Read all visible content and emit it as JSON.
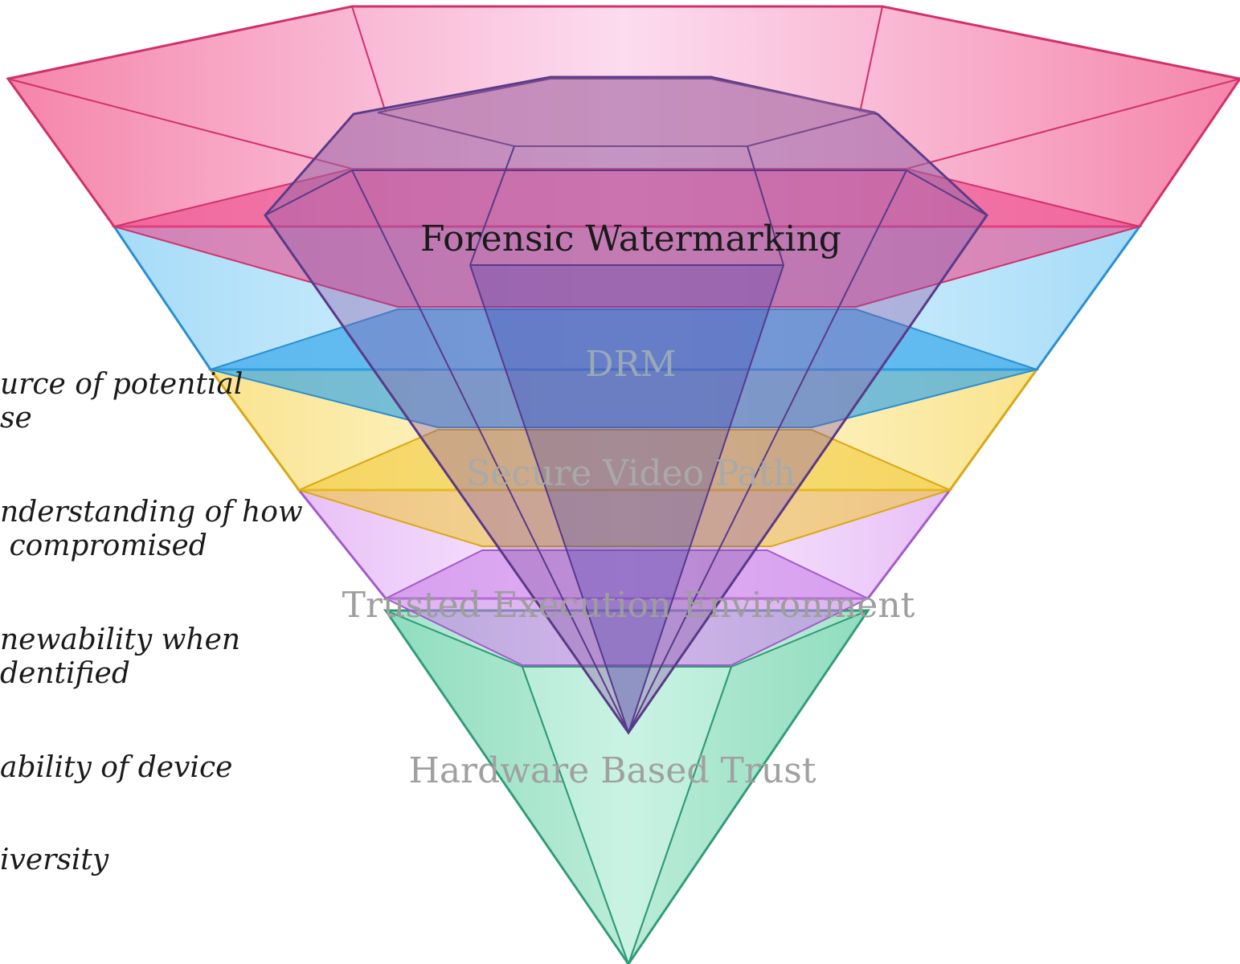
{
  "layers": [
    {
      "label": "Forensic Watermarking",
      "color": "#1a1a1a"
    },
    {
      "label": "DRM",
      "color": "#9aa9b8"
    },
    {
      "label": "Secure Video Path",
      "color": "#a9a9a9"
    },
    {
      "label": "Trusted Execution Environment",
      "color": "#9e9e9e"
    },
    {
      "label": "Hardware Based Trust",
      "color": "#a0a0a0"
    }
  ],
  "side_notes": [
    "urce of potential\nse",
    "nderstanding of how\n compromised",
    "newability when\ndentified",
    "ability of device",
    "iversity"
  ],
  "colors": {
    "pink": "#f36f9a",
    "pink_edge": "#d2306a",
    "blue": "#4bb2ee",
    "blue_edge": "#2a8fd0",
    "yellow": "#f6d24a",
    "yellow_edge": "#d9a814",
    "violet": "#d68cf0",
    "violet_edge": "#a35cc8",
    "green": "#6fd3ad",
    "green_edge": "#2f9a78",
    "gem": "#8a5aa8",
    "gem_edge": "#5a3a88"
  }
}
